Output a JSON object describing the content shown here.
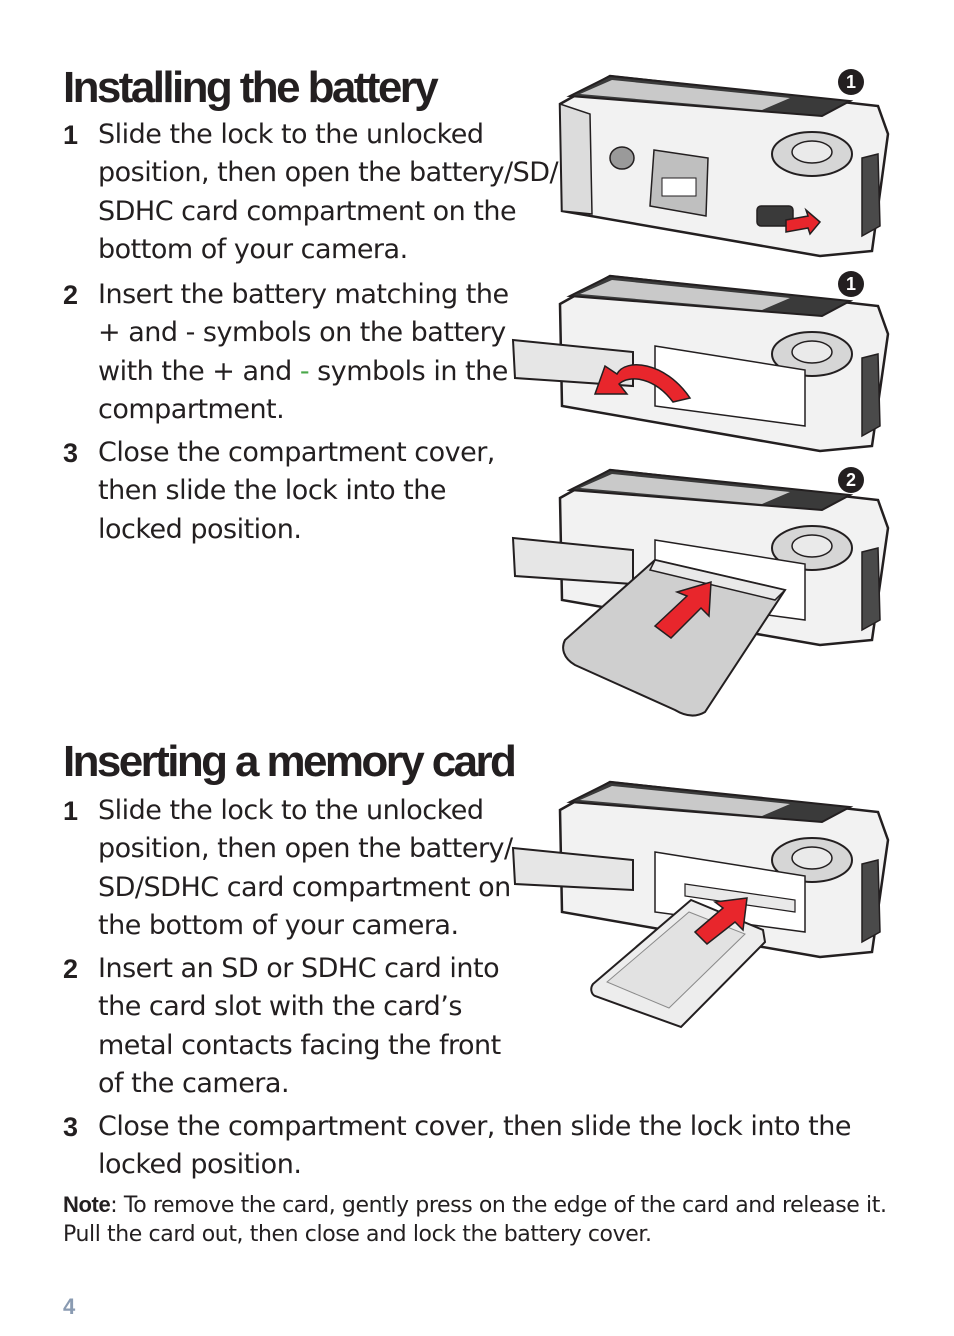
{
  "battery": {
    "title": "Installing the battery",
    "steps": [
      {
        "num": "1",
        "lines": [
          "Slide the lock to the unlocked",
          "position, then open the battery/SD/",
          "SDHC card compartment on the",
          "bottom of your camera."
        ]
      },
      {
        "num": "2",
        "lines": [
          "Insert the battery matching the",
          "+ and - symbols on the battery"
        ],
        "line3_pre": "with the + and ",
        "line3_green": "-",
        "line3_post": " symbols in the",
        "line4": "compartment."
      },
      {
        "num": "3",
        "lines": [
          "Close the compartment cover,",
          "then slide the lock into the",
          "locked position."
        ]
      }
    ],
    "badges": [
      "1",
      "1",
      "2"
    ]
  },
  "memory": {
    "title": "Inserting a memory card",
    "steps": [
      {
        "num": "1",
        "lines": [
          "Slide the lock to the unlocked",
          "position, then open the battery/",
          "SD/SDHC card compartment on",
          "the bottom of your camera."
        ]
      },
      {
        "num": "2",
        "lines": [
          "Insert an SD or SDHC card into",
          "the card slot with the card’s",
          "metal contacts facing the front",
          "of the camera."
        ]
      },
      {
        "num": "3",
        "lines": [
          "Close the compartment cover, then slide the lock into the",
          "locked position."
        ]
      }
    ]
  },
  "note": {
    "label": "Note",
    "text": ": To remove the card, gently press on the edge of the card and release it. Pull the card out, then close and lock the battery cover."
  },
  "page_number": "4",
  "colors": {
    "text": "#231f20",
    "accent_red": "#e8262c",
    "green_minus": "#4aa84a",
    "page_number": "#8a9bb2"
  }
}
